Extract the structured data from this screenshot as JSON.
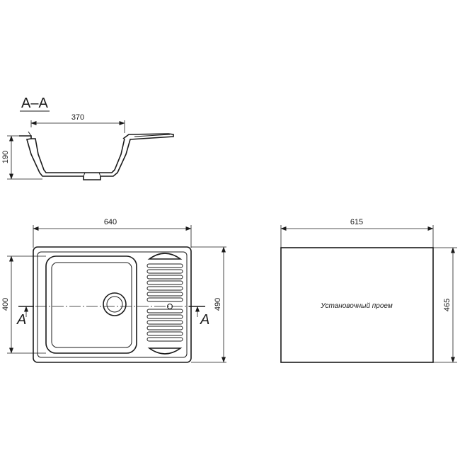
{
  "section_title": "A–A",
  "section_dims": {
    "width": "370",
    "height": "190"
  },
  "plan_dims": {
    "width": "640",
    "height_outer": "490",
    "height_bowl": "400"
  },
  "cut_marks": {
    "left": "A",
    "right": "A"
  },
  "cutout": {
    "width": "615",
    "height": "465",
    "label": "Установочный проем"
  }
}
